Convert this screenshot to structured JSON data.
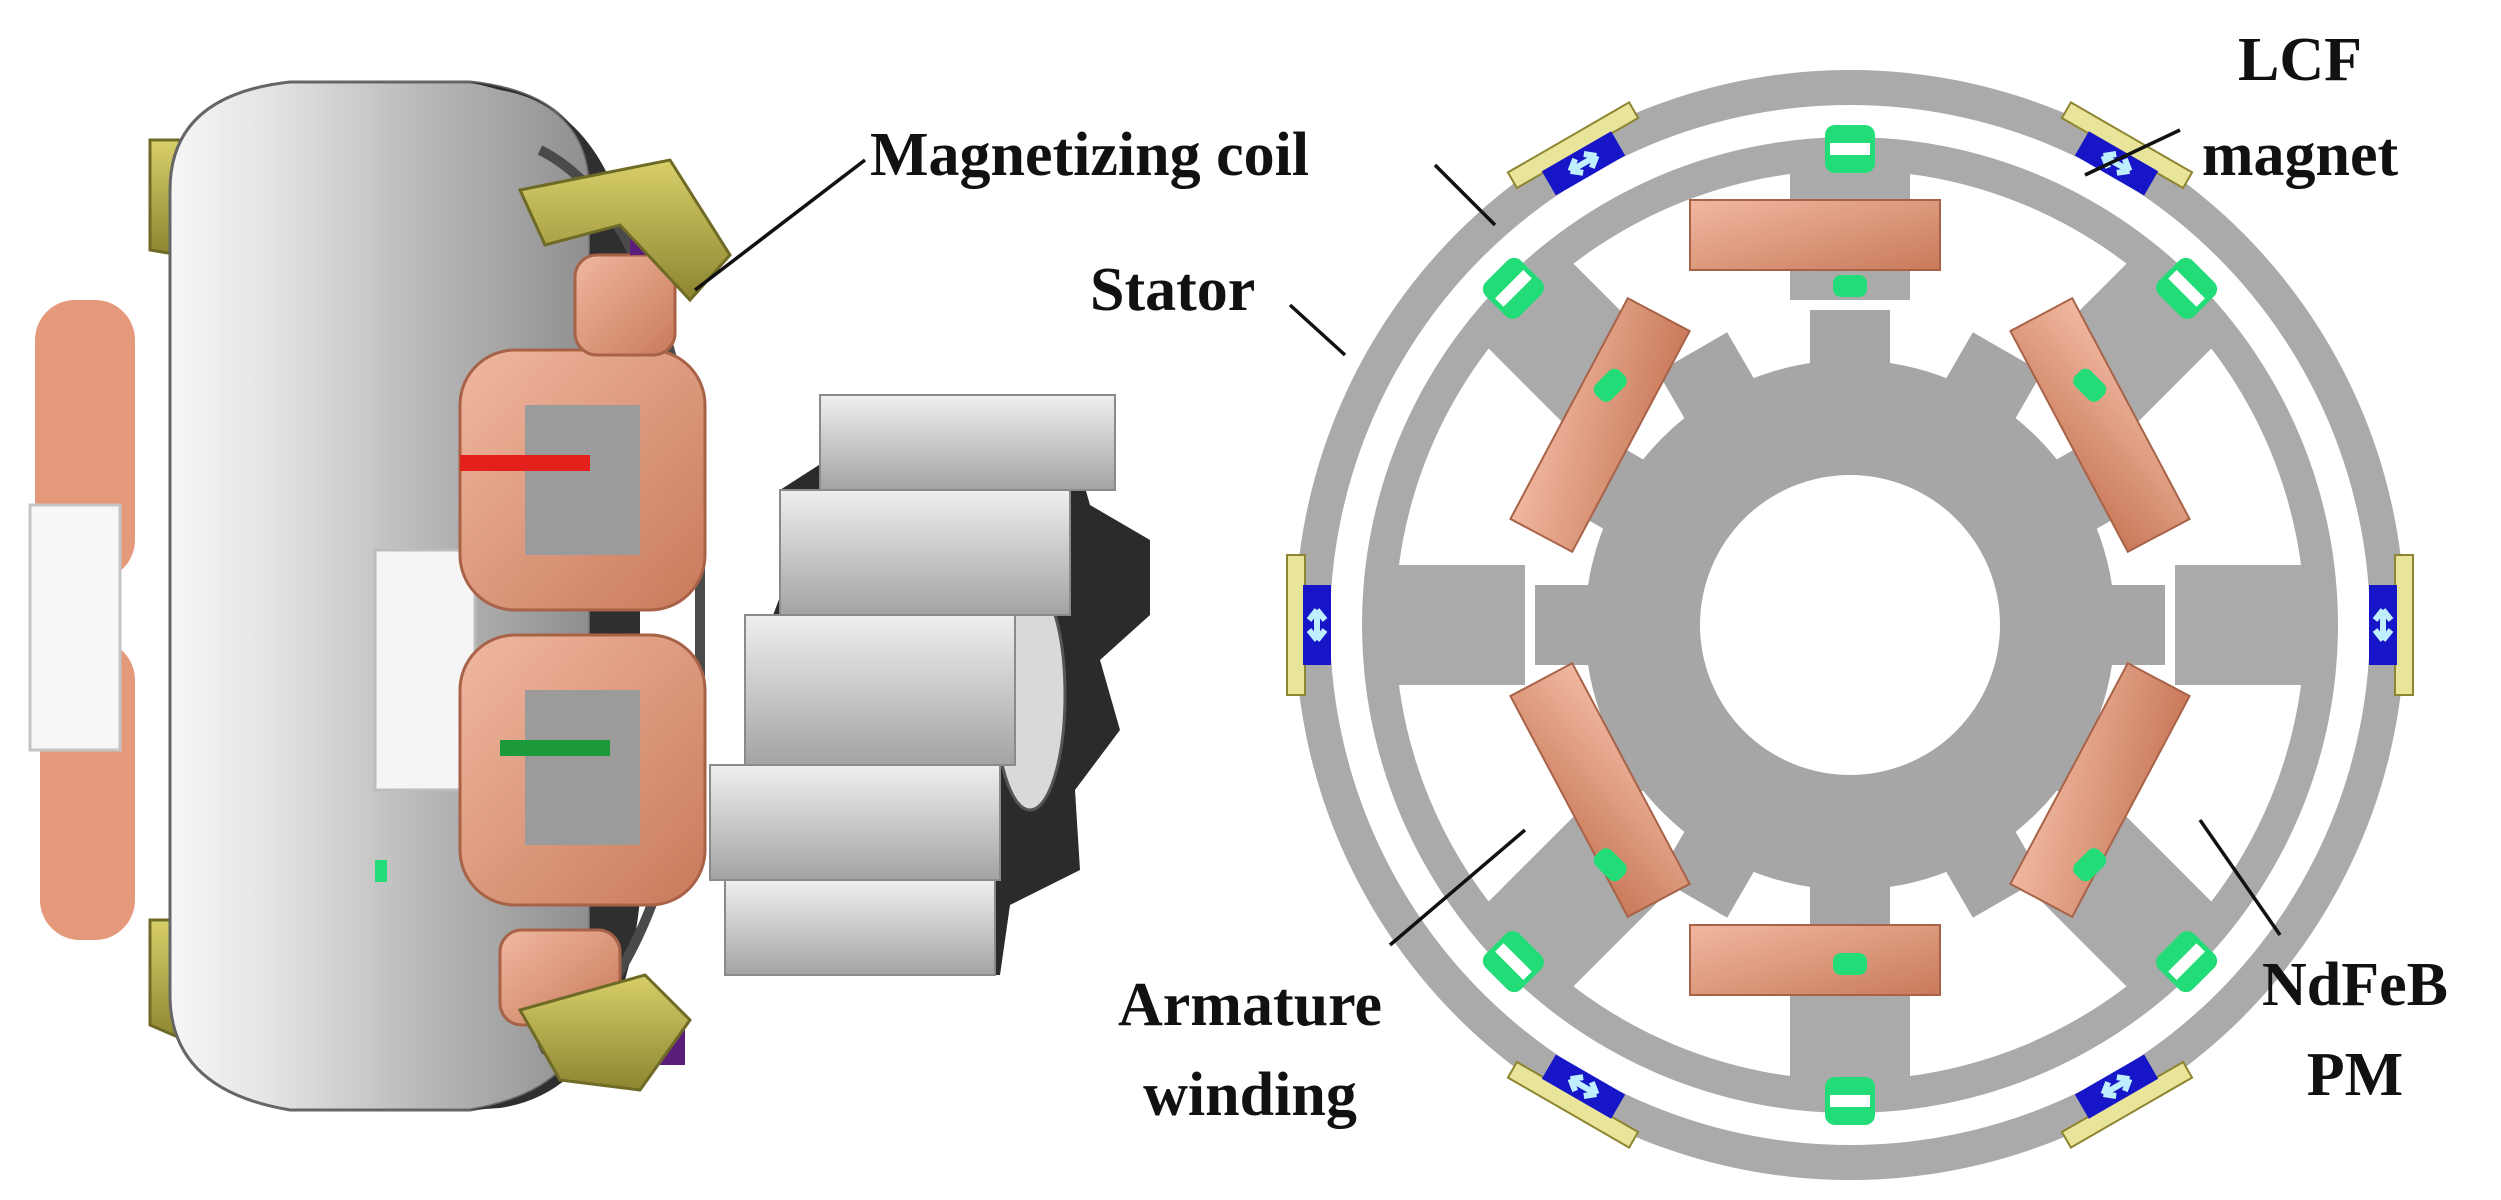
{
  "labels": {
    "magnetizing_coil": "Magnetizing coil",
    "lcf_magnet_line1": "LCF",
    "lcf_magnet_line2": "magnet",
    "stator": "Stator",
    "armature_line1": "Armature",
    "armature_line2": "winding",
    "ndfeb_line1": "NdFeB",
    "ndfeb_line2": "PM"
  },
  "colors": {
    "stator_steel": "#a9a9a9",
    "copper": "#e3997a",
    "lcf_magnet": "#1616c8",
    "ndfeb_pm": "#22dd77",
    "magnetizing_coil": "#e8e49a",
    "rotor_dark": "#2b2b2b"
  },
  "icons": {
    "magnetization_arrow": "double-headed-arrow-icon"
  }
}
